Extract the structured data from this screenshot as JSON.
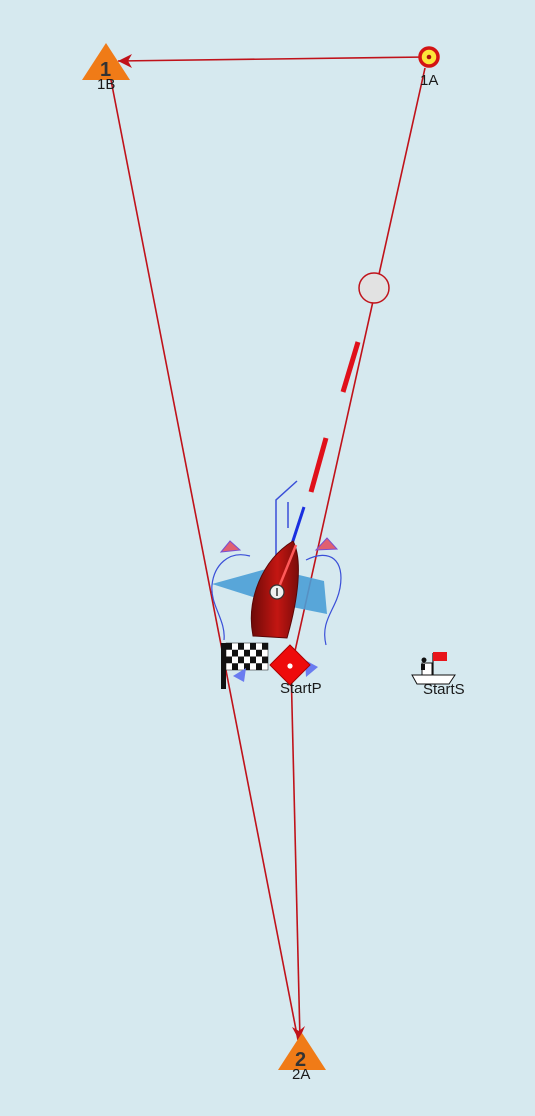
{
  "colors": {
    "water": "#d6e9ef",
    "course_line": "#c0121a",
    "mark_orange": "#f07b17",
    "boat_red": "#a8120f",
    "wind_zone": "#4a9fd6",
    "track_blue": "#3a4fd8"
  },
  "marks": {
    "mark_1": {
      "number": "1",
      "label": "1B"
    },
    "mark_1a": {
      "label": "1A"
    },
    "mark_2": {
      "number": "2",
      "label": "2A"
    },
    "start_pin": {
      "label": "StartP"
    },
    "start_boat": {
      "label": "StartS"
    }
  },
  "icons": [
    "triangle-mark-icon",
    "round-buoy-icon",
    "diamond-mark-icon",
    "committee-boat-icon",
    "checkered-flag-icon",
    "sailboat-icon",
    "wind-arrow-icon"
  ]
}
